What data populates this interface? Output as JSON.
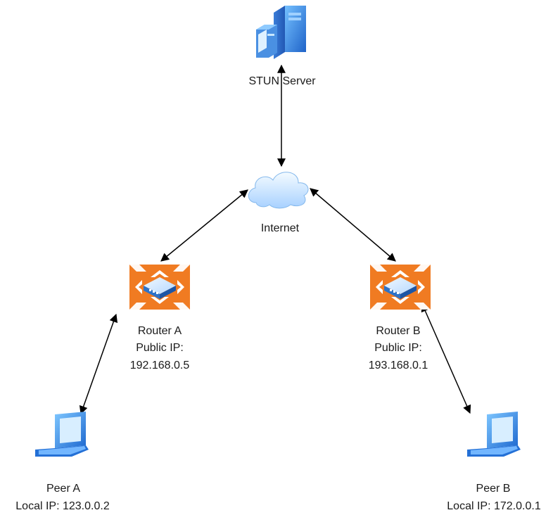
{
  "diagram": {
    "stun_server": {
      "icon": "server-icon",
      "label": "STUN Server"
    },
    "internet": {
      "icon": "cloud-icon",
      "label": "Internet"
    },
    "router_a": {
      "icon": "router-icon",
      "name": "Router A",
      "ip_label": "Public IP:",
      "ip": "192.168.0.5"
    },
    "router_b": {
      "icon": "router-icon",
      "name": "Router B",
      "ip_label": "Public IP:",
      "ip": "193.168.0.1"
    },
    "peer_a": {
      "icon": "laptop-icon",
      "name": "Peer A",
      "ip": "Local IP: 123.0.0.2"
    },
    "peer_b": {
      "icon": "laptop-icon",
      "name": "Peer B",
      "ip": "Local IP: 172.0.0.1"
    },
    "colors": {
      "router_orange": "#f07b22",
      "device_blue": "#2f7fd6",
      "device_light_blue": "#bfe1ff",
      "cloud_blue": "#cde7ff",
      "arrow": "#000000",
      "text": "#1a1a1a"
    }
  }
}
